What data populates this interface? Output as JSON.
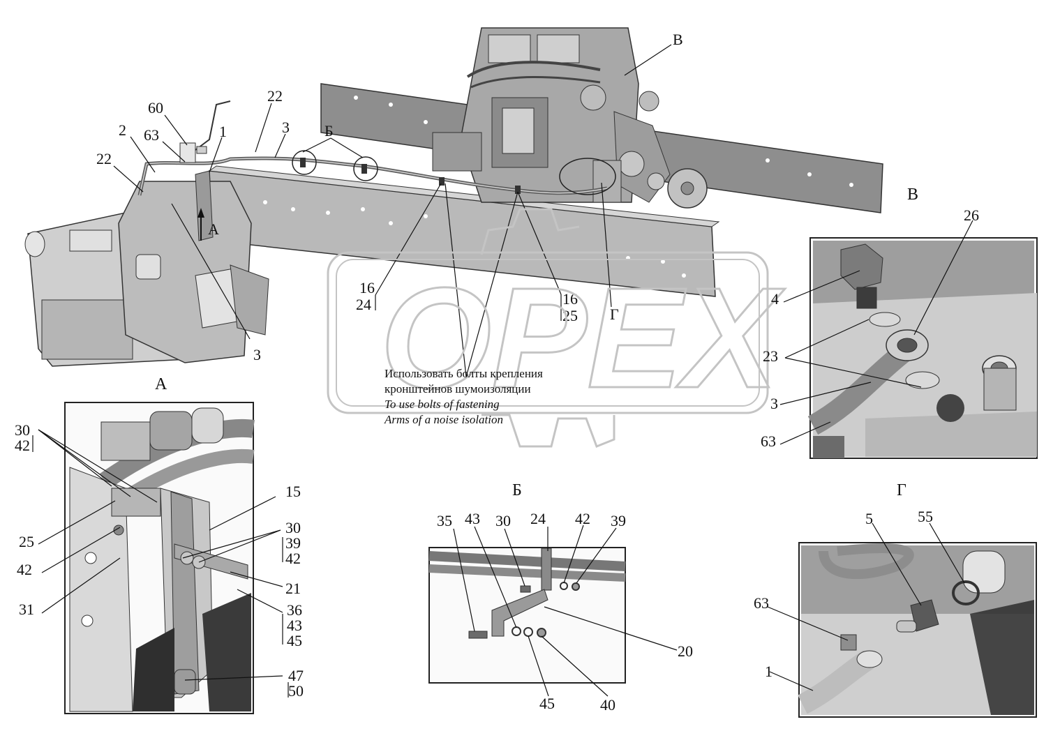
{
  "views": {
    "main": {
      "title": ""
    },
    "a": {
      "title": "А"
    },
    "b": {
      "title": "Б"
    },
    "v": {
      "title": "В"
    },
    "g": {
      "title": "Г"
    }
  },
  "main_labels": {
    "l60": "60",
    "l2": "2",
    "l63": "63",
    "l1": "1",
    "l22a": "22",
    "l22b": "22",
    "l3a": "3",
    "l3b": "3",
    "lB": "Б",
    "lV": "В",
    "lA": "А",
    "l16a": "16",
    "l24": "24",
    "l16b": "16",
    "l25": "25",
    "lG": "Г"
  },
  "note": {
    "ru_line1": "Использовать болты крепления",
    "ru_line2": "кронштейнов шумоизоляции",
    "en_line1": "To use bolts of fastening",
    "en_line2": "Arms of a noise isolation"
  },
  "view_a_labels": {
    "l30a": "30",
    "l42a": "42",
    "l15": "15",
    "l25": "25",
    "l42b": "42",
    "l31": "31",
    "l30b": "30",
    "l39": "39",
    "l42c": "42",
    "l21": "21",
    "l36": "36",
    "l43": "43",
    "l45": "45",
    "l47": "47",
    "l50": "50"
  },
  "view_b_labels": {
    "l35": "35",
    "l43": "43",
    "l30": "30",
    "l24": "24",
    "l42": "42",
    "l39": "39",
    "l20": "20",
    "l45": "45",
    "l40": "40"
  },
  "view_v_labels": {
    "l26": "26",
    "l4": "4",
    "l23": "23",
    "l3": "3",
    "l63": "63"
  },
  "view_g_labels": {
    "l5": "5",
    "l55": "55",
    "l63": "63",
    "l1": "1"
  },
  "watermark": {
    "text": "OPEX"
  },
  "colors": {
    "frame_light": "#b5b5b5",
    "frame_dark": "#8a8a8a",
    "engine": "#a8a8a8",
    "hose": "#6e6e6e",
    "tank": "#cfcfcf",
    "watermark": "#c4c4c4"
  }
}
